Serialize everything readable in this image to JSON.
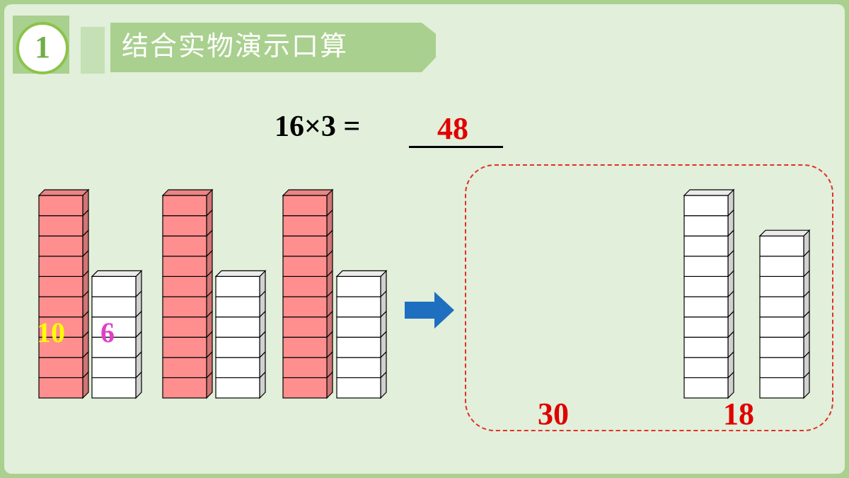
{
  "section": {
    "number": "1",
    "title": "结合实物演示口算"
  },
  "equation": {
    "expression": "16×3 =",
    "answer": "48"
  },
  "labels": {
    "tens": "10",
    "ones": "6",
    "tens_total": "30",
    "ones_total": "18"
  },
  "colors": {
    "frame_green": "#a9d08e",
    "background": "#e2efda",
    "header_green": "#a9d08e",
    "cube_pink": "#ff8f8f",
    "cube_white": "#ffffff",
    "answer_red": "#e00000",
    "arrow_blue": "#1f6fc0",
    "label_yellow": "#ffff00",
    "label_magenta": "#e040c8"
  },
  "blocks": {
    "groups": 3,
    "tens_per_group": 10,
    "ones_per_group": 6,
    "right_tall_column_cubes": 10,
    "right_short_column_cubes": 8
  },
  "icons": {
    "arrow": "right-arrow-icon"
  }
}
